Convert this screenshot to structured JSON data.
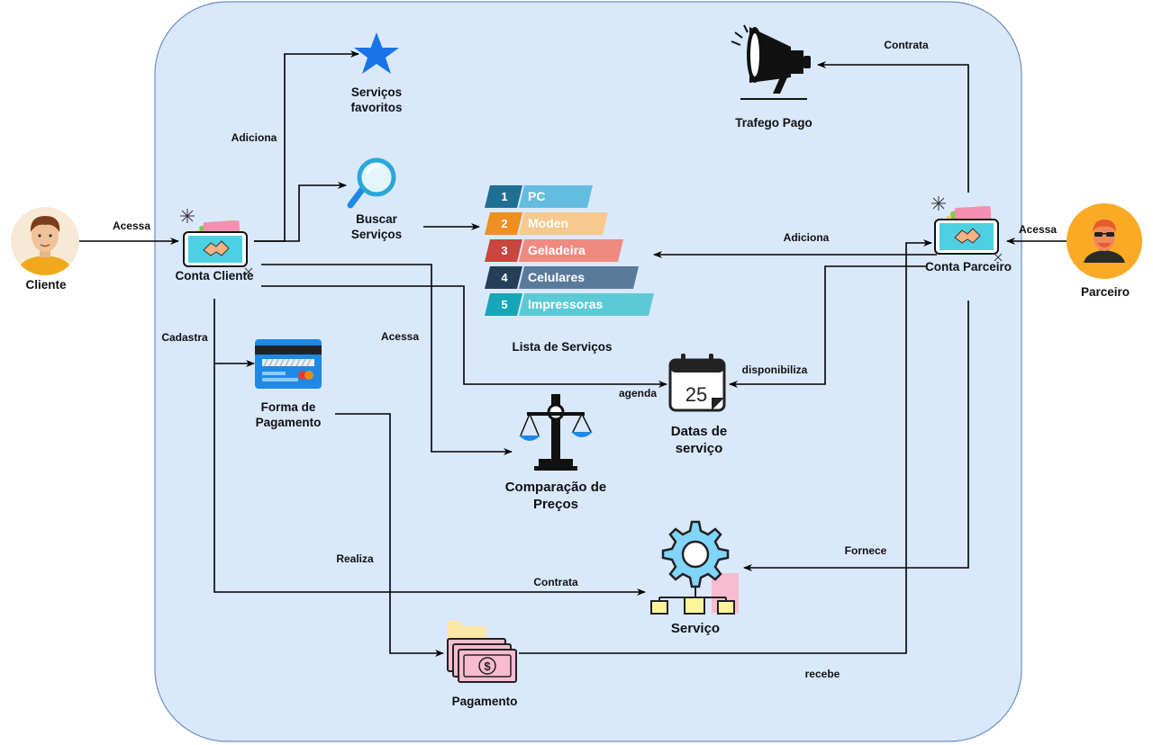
{
  "nodes": {
    "cliente": "Cliente",
    "parceiro": "Parceiro",
    "conta_cliente": "Conta Cliente",
    "conta_parceiro": "Conta Parceiro",
    "servicos_favoritos_1": "Serviços",
    "servicos_favoritos_2": "favoritos",
    "buscar_1": "Buscar",
    "buscar_2": "Serviços",
    "trafego_pago": "Trafego Pago",
    "lista_servicos": "Lista de Serviços",
    "forma_pagamento_1": "Forma de",
    "forma_pagamento_2": "Pagamento",
    "comparacao_1": "Comparação de",
    "comparacao_2": "Preços",
    "datas_1": "Datas de",
    "datas_2": "serviço",
    "servico": "Serviço",
    "pagamento": "Pagamento",
    "calendar_day": "25",
    "money_symbol": "$"
  },
  "edges": {
    "acessa_cliente": "Acessa",
    "acessa_parceiro": "Acessa",
    "adiciona_cliente": "Adiciona",
    "adiciona_parceiro": "Adiciona",
    "contrata_trafego": "Contrata",
    "cadastra": "Cadastra",
    "acessa_comparacao": "Acessa",
    "agenda": "agenda",
    "disponibiliza": "disponibiliza",
    "realiza": "Realiza",
    "contrata_servico": "Contrata",
    "fornece": "Fornece",
    "recebe": "recebe"
  },
  "service_list": [
    {
      "num": "1",
      "label": "PC",
      "dark": "#1f6f95",
      "light": "#62bde0"
    },
    {
      "num": "2",
      "label": "Moden",
      "dark": "#ef8f1f",
      "light": "#f7c98e"
    },
    {
      "num": "3",
      "label": "Geladeira",
      "dark": "#c8463c",
      "light": "#ef8a80"
    },
    {
      "num": "4",
      "label": "Celulares",
      "dark": "#263f58",
      "light": "#5a7a99"
    },
    {
      "num": "5",
      "label": "Impressoras",
      "dark": "#17a6b8",
      "light": "#5ccad6"
    }
  ],
  "icons": {
    "cliente": "person-avatar-icon",
    "parceiro": "person-sunglasses-avatar-icon",
    "accounts": "phone-handshake-icon",
    "favoritos": "star-icon",
    "buscar": "magnifier-icon",
    "trafego": "megaphone-icon",
    "pagamento_forma": "credit-card-icon",
    "comparacao": "scales-icon",
    "datas": "calendar-icon",
    "servico": "gear-network-icon",
    "pagamento": "money-bills-icon"
  },
  "colors": {
    "container_fill": "#dae8fc",
    "container_stroke": "#6c8ebf",
    "star": "#1a73e8",
    "card": "#1e88e5"
  }
}
